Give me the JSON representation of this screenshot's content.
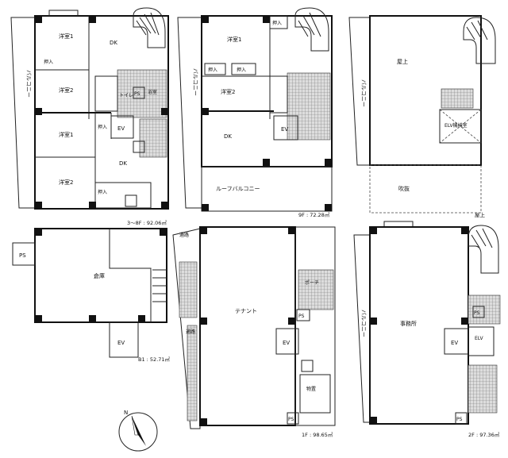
{
  "floors": {
    "f3_8": {
      "area_label": "3〜8F : 92.06㎡",
      "rooms": {
        "western1a": "洋室1",
        "western2a": "洋室2",
        "western1b": "洋室1",
        "western2b": "洋室2",
        "dk_a": "DK",
        "dk_b": "DK",
        "closet_a": "押入",
        "closet_b": "押入",
        "closet_c": "押入",
        "bath": "浴室",
        "toilet": "トイレ",
        "ev": "EV",
        "ps": "PS",
        "balcony": "バルコニー"
      }
    },
    "f9": {
      "area_label": "9F : 72.28㎡",
      "rooms": {
        "western1": "洋室1",
        "western2": "洋室2",
        "dk": "DK",
        "closet1": "押入",
        "closet2": "押入",
        "closet3": "押入",
        "ev": "EV",
        "roof_balcony": "ルーフバルコニー",
        "balcony": "バルコニー"
      }
    },
    "roof": {
      "rooms": {
        "rooftop": "屋上",
        "elv_machine": "ELV機械室",
        "void": "吹抜",
        "balcony": "バルコニー"
      },
      "caption": "屋上"
    },
    "b1": {
      "area_label": "B1 : 52.71㎡",
      "rooms": {
        "storage": "倉庫",
        "ps": "PS",
        "ev": "EV"
      }
    },
    "f1": {
      "area_label": "1F : 98.65㎡",
      "rooms": {
        "tenant": "テナント",
        "porch": "ポーチ",
        "ev": "EV",
        "ps_a": "PS",
        "ps_b": "PS",
        "storage": "物置",
        "side_a": "通路",
        "side_b": "通路"
      }
    },
    "f2": {
      "area_label": "2F : 97.36㎡",
      "rooms": {
        "office": "事務所",
        "ev": "EV",
        "elv_hall": "ELV",
        "ps_a": "PS",
        "ps_b": "PS",
        "balcony": "バルコニー"
      }
    }
  },
  "compass": {
    "label": "N"
  }
}
